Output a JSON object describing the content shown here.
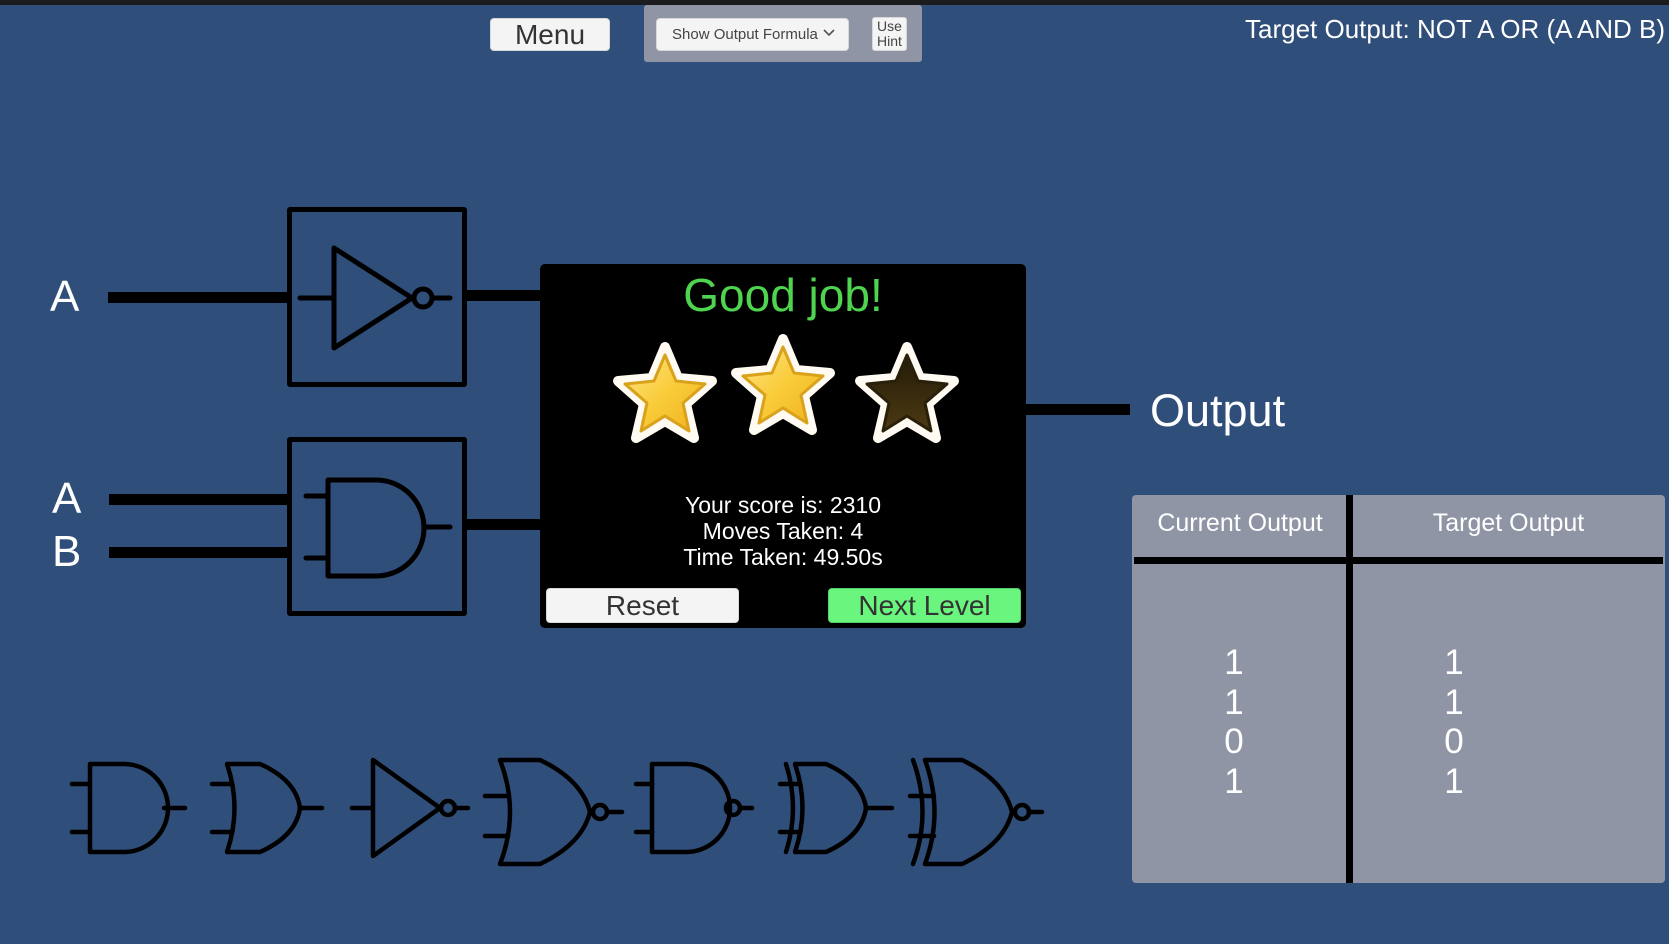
{
  "toolbar": {
    "menu_label": "Menu",
    "formula_dropdown": {
      "selected": "Show Output Formula",
      "icon": "chevron-down-icon"
    },
    "use_hint_line1": "Use",
    "use_hint_line2": "Hint",
    "target_formula": "Target Output: NOT A OR (A AND B)"
  },
  "circuit": {
    "inputs": [
      {
        "label": "A",
        "gate": "NOT"
      },
      {
        "label": "A",
        "gate": "AND"
      },
      {
        "label": "B",
        "gate": "AND"
      }
    ],
    "placed_gates": [
      "NOT",
      "AND"
    ],
    "output_label": "Output"
  },
  "result_modal": {
    "title": "Good job!",
    "stars": {
      "earned": 2,
      "total": 3
    },
    "score_line": "Your score is: 2310",
    "moves_line": "Moves Taken: 4",
    "time_line": "Time Taken: 49.50s",
    "reset_label": "Reset",
    "next_level_label": "Next Level"
  },
  "truth_table": {
    "headers": [
      "Current Output",
      "Target Output"
    ],
    "current": [
      "1",
      "1",
      "0",
      "1"
    ],
    "target": [
      "1",
      "1",
      "0",
      "1"
    ]
  },
  "gate_palette": [
    "AND",
    "OR",
    "NOT",
    "NOR",
    "NAND",
    "XOR",
    "XNOR"
  ],
  "colors": {
    "background": "#304e7a",
    "title_green": "#4fd44f",
    "next_button": "#6af57e",
    "table_bg": "#8f95a5",
    "star_gold": "#f9c93a",
    "star_dim": "#3a2e0e"
  }
}
